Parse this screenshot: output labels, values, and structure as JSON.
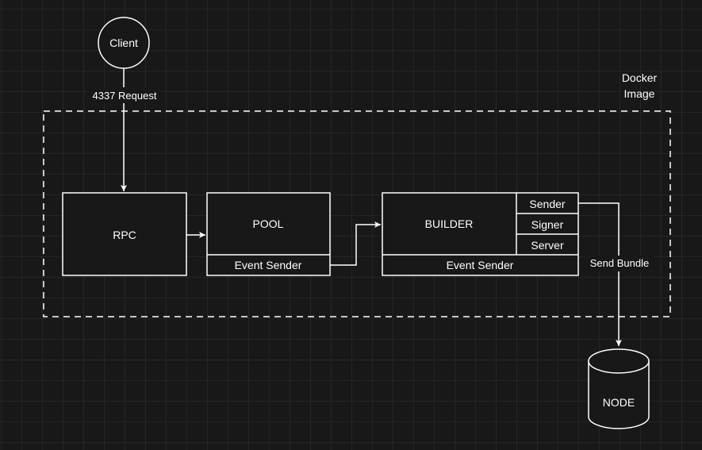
{
  "colors": {
    "background": "#181818",
    "stroke": "#ffffff",
    "shape_fill": "#181818"
  },
  "nodes": {
    "client": "Client",
    "rpc": "RPC",
    "pool": "POOL",
    "pool_event_sender": "Event Sender",
    "builder": "BUILDER",
    "builder_sender": "Sender",
    "builder_signer": "Signer",
    "builder_server": "Server",
    "builder_event_sender": "Event Sender",
    "node": "NODE"
  },
  "container": {
    "label_line1": "Docker",
    "label_line2": "Image"
  },
  "edges": {
    "client_to_rpc": "4337 Request",
    "sender_to_node": "Send Bundle"
  }
}
